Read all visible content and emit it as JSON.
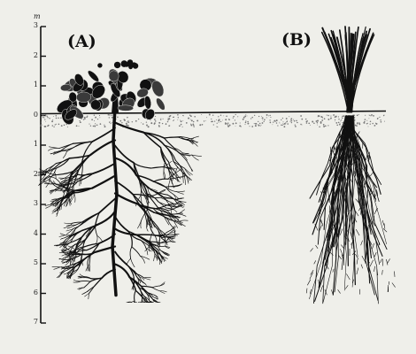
{
  "figure": {
    "panel_a_label": "(A)",
    "panel_b_label": "(B)",
    "scale_unit": "m",
    "scale_ticks": [
      "3",
      "2",
      "1",
      "0",
      "1",
      "2",
      "3",
      "4",
      "5",
      "6",
      "7"
    ]
  },
  "colors": {
    "background": "#efefea",
    "ink": "#111111",
    "soil": "#777777"
  }
}
